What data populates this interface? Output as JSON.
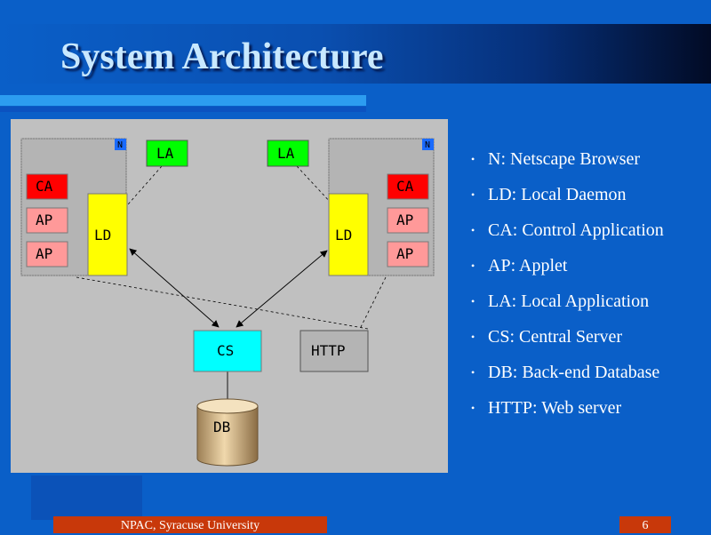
{
  "slide": {
    "title": "System Architecture",
    "footer_left": "NPAC, Syracuse University",
    "page_number": "6"
  },
  "diagram": {
    "netscape_marker": "N",
    "local_application": "LA",
    "local_daemon": "LD",
    "control_application": "CA",
    "applet": "AP",
    "central_server": "CS",
    "web_server": "HTTP",
    "database": "DB"
  },
  "legend": [
    "N: Netscape Browser",
    "LD: Local Daemon",
    "CA: Control Application",
    "AP: Applet",
    "LA: Local Application",
    "CS: Central Server",
    "DB: Back-end Database",
    "HTTP: Web server"
  ],
  "colors": {
    "control_application": "#ff0000",
    "applet": "#ff9999",
    "local_daemon": "#ffff00",
    "local_application": "#00ff00",
    "central_server": "#00ffff",
    "footer": "#c8380a"
  }
}
